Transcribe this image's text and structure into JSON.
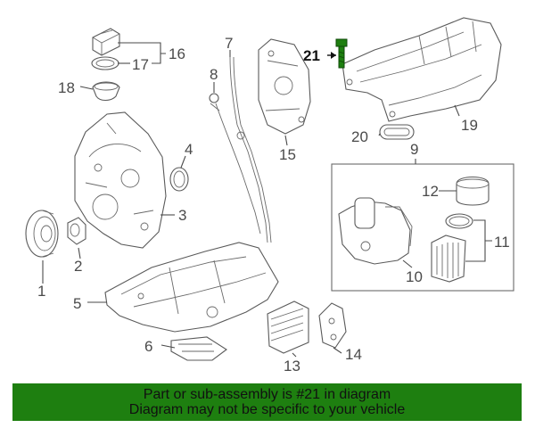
{
  "callouts": {
    "c1": "1",
    "c2": "2",
    "c3": "3",
    "c4": "4",
    "c5": "5",
    "c6": "6",
    "c7": "7",
    "c8": "8",
    "c9": "9",
    "c10": "10",
    "c11": "11",
    "c12": "12",
    "c13": "13",
    "c14": "14",
    "c15": "15",
    "c16": "16",
    "c17": "17",
    "c18": "18",
    "c19": "19",
    "c20": "20",
    "c21": "21"
  },
  "highlight_color": "#1e7f10",
  "banner": {
    "line1": "Part or sub-assembly is #21 in diagram",
    "line2": "Diagram may not be specific to your vehicle"
  }
}
